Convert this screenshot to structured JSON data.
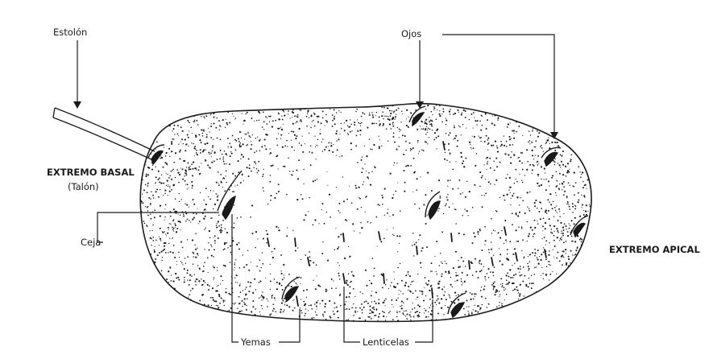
{
  "labels": {
    "stolon": "Estolón",
    "eyes": "Ojos",
    "basal_end": "EXTREMO BASAL",
    "basal_end_note": "(Talón)",
    "eyebrow": "Ceja",
    "apical_end": "EXTREMO APICAL",
    "buds": "Yemas",
    "lenticels": "Lenticelas"
  },
  "colors": {
    "ink": "#1a1a1a",
    "background": "#ffffff"
  }
}
